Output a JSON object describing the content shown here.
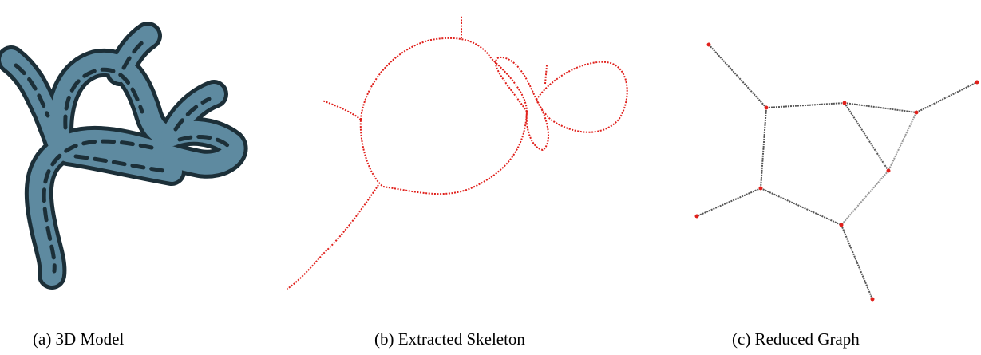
{
  "figure": {
    "panels": [
      {
        "id": "a",
        "caption": "(a) 3D Model"
      },
      {
        "id": "b",
        "caption": "(b) Extracted Skeleton"
      },
      {
        "id": "c",
        "caption": "(c) Reduced Graph"
      }
    ]
  },
  "colors": {
    "model_fill": "#5e8aa0",
    "model_shadow": "#1c2f38",
    "skeleton_stroke": "#e0201b",
    "graph_edge": "#555555",
    "graph_node": "#e0201b"
  }
}
